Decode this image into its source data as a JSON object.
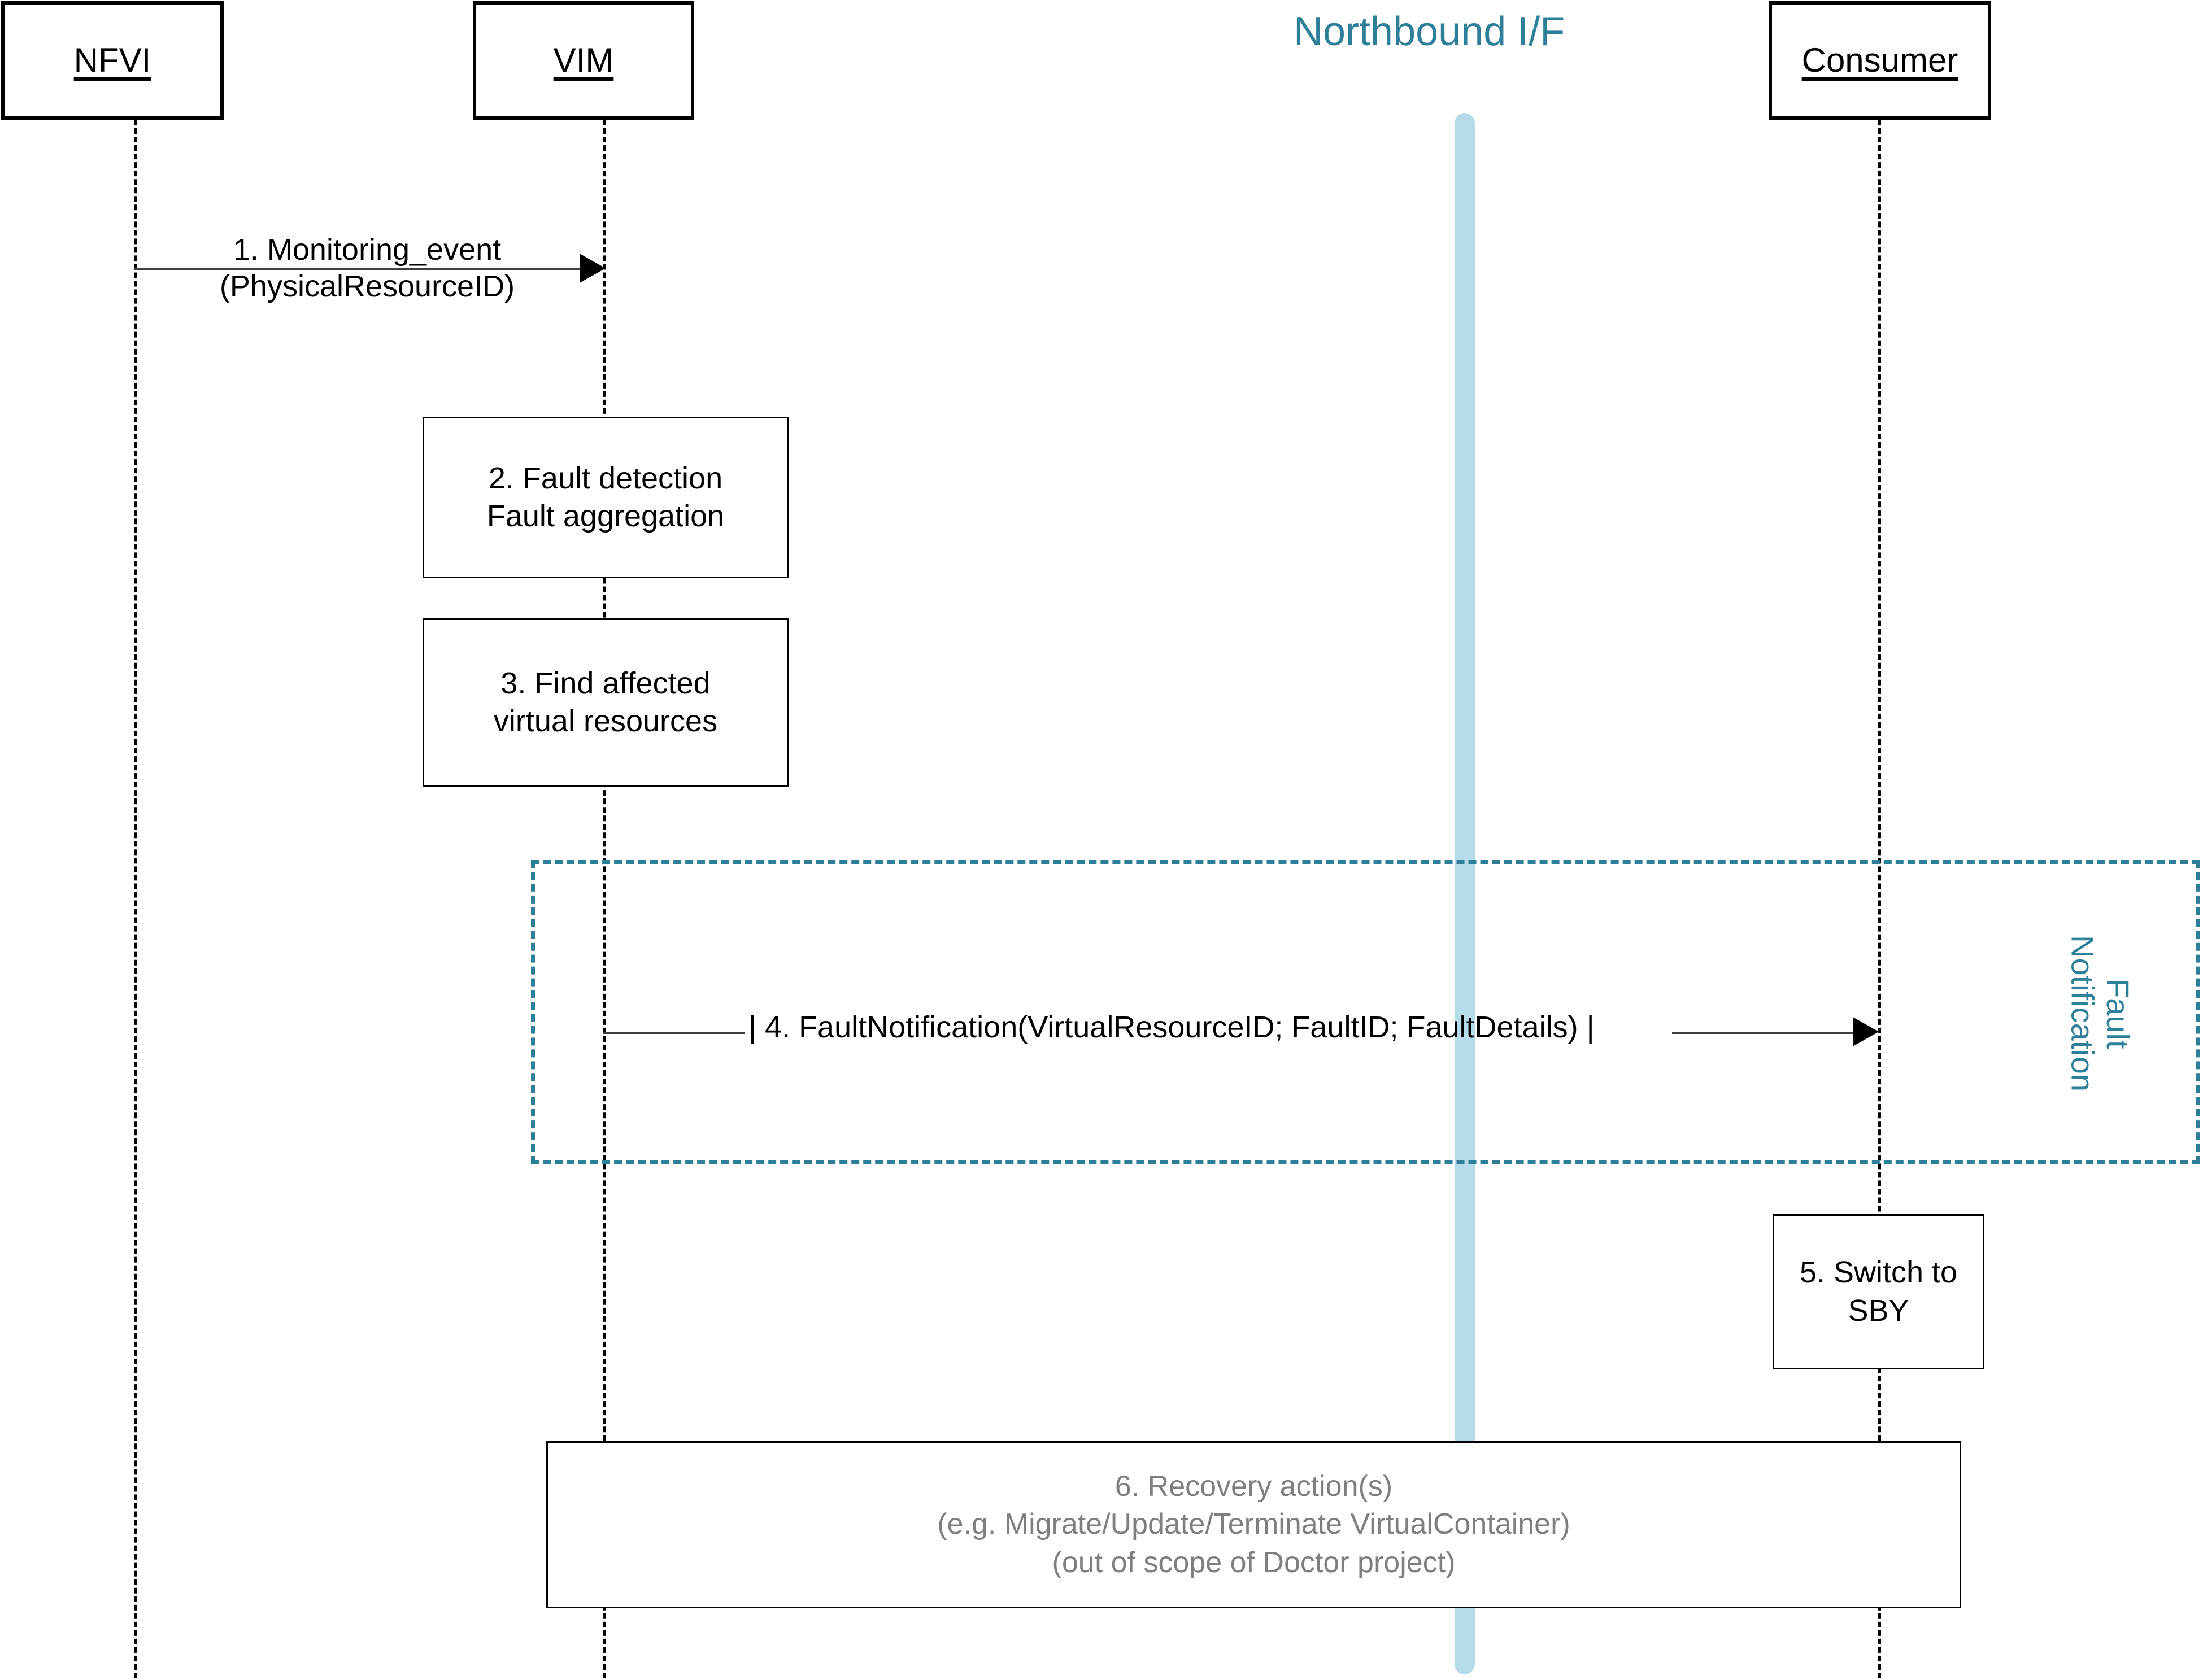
{
  "diagram": {
    "title": "Fault notification sequence diagram",
    "colors": {
      "accent_teal": "#2e7f99",
      "interface_bar": "#b5dce8",
      "line_black": "#000000",
      "muted_gray": "#7f7f7f"
    }
  },
  "participants": [
    {
      "id": "nfvi",
      "label": "NFVI"
    },
    {
      "id": "vim",
      "label": "VIM"
    },
    {
      "id": "consumer",
      "label": "Consumer"
    }
  ],
  "interface": {
    "label": "Northbound I/F"
  },
  "messages": [
    {
      "id": "msg1",
      "from": "nfvi",
      "to": "vim",
      "line1": "1. Monitoring_event",
      "line2": "(PhysicalResourceID)"
    },
    {
      "id": "msg4",
      "from": "vim",
      "to": "consumer",
      "line1": "| 4. FaultNotification(VirtualResourceID; FaultID; FaultDetails) |",
      "line2": ""
    }
  ],
  "actions": [
    {
      "id": "step2",
      "owner": "vim",
      "lines": [
        "2. Fault detection",
        "Fault aggregation"
      ]
    },
    {
      "id": "step3",
      "owner": "vim",
      "lines": [
        "3. Find affected",
        "virtual resources"
      ]
    },
    {
      "id": "step5",
      "owner": "consumer",
      "lines": [
        "5. Switch to",
        "SBY"
      ]
    },
    {
      "id": "step6",
      "owner": "span",
      "lines": [
        "6. Recovery action(s)",
        "(e.g. Migrate/Update/Terminate VirtualContainer)",
        "(out of scope of Doctor project)"
      ]
    }
  ],
  "fragment": {
    "id": "fault-notification",
    "label_line1": "Fault",
    "label_line2": "Notification",
    "label_combined": "Fault\nNotification"
  }
}
